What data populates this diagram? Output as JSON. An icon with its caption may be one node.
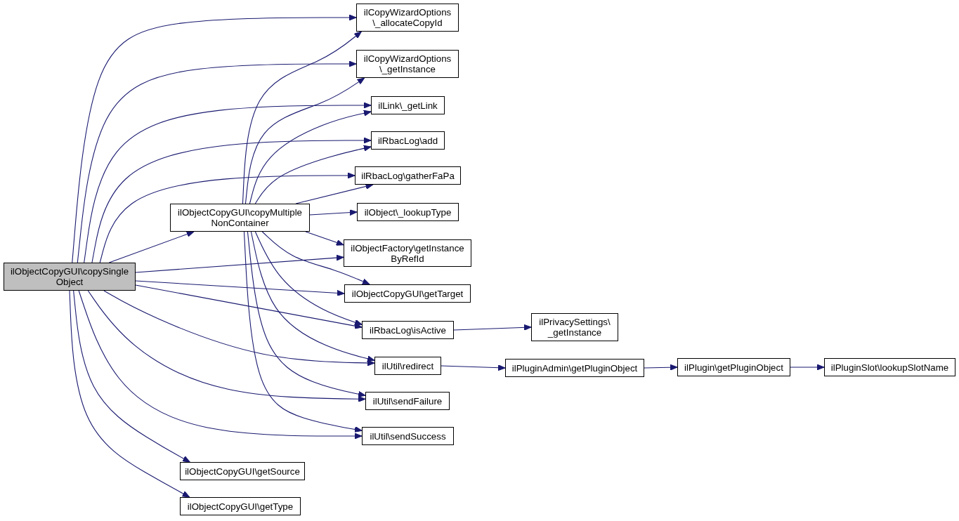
{
  "diagram": {
    "nodes": [
      {
        "text": [
          "ilObjectCopyGUI\\copySingle Object"
        ]
      },
      {
        "text": [
          "ilObjectCopyGUI\\copyMultiple NonContainer"
        ]
      },
      {
        "text": [
          "ilCopyWizardOptions \\_allocateCopyId"
        ]
      },
      {
        "text": [
          "ilCopyWizardOptions \\_getInstance"
        ]
      },
      {
        "text": [
          "ilLink\\_getLink"
        ]
      },
      {
        "text": [
          "ilRbacLog\\add"
        ]
      },
      {
        "text": [
          "ilRbacLog\\gatherFaPa"
        ]
      },
      {
        "text": [
          "ilObject\\_lookupType"
        ]
      },
      {
        "text": [
          "ilObjectFactory\\getInstance ByRefId"
        ]
      },
      {
        "text": [
          "ilObjectCopyGUI\\getTarget"
        ]
      },
      {
        "text": [
          "ilRbacLog\\isActive"
        ]
      },
      {
        "text": [
          "ilPrivacySettings\\ _getInstance"
        ]
      },
      {
        "text": [
          "ilUtil\\redirect"
        ]
      },
      {
        "text": [
          "ilPluginAdmin\\getPluginObject"
        ]
      },
      {
        "text": [
          "ilPlugin\\getPluginObject"
        ]
      },
      {
        "text": [
          "ilPluginSlot\\lookupSlotName"
        ]
      },
      {
        "text": [
          "ilUtil\\sendFailure"
        ]
      },
      {
        "text": [
          "ilUtil\\sendSuccess"
        ]
      },
      {
        "text": [
          "ilObjectCopyGUI\\getSource"
        ]
      },
      {
        "text": [
          "ilObjectCopyGUI\\getType"
        ]
      }
    ],
    "edges": [
      {
        "from": 0,
        "to": 1,
        "arrow": "to"
      },
      {
        "from": 0,
        "to": 2,
        "arrow": "to"
      },
      {
        "from": 0,
        "to": 3,
        "arrow": "to"
      },
      {
        "from": 0,
        "to": 4,
        "arrow": "to"
      },
      {
        "from": 0,
        "to": 5,
        "arrow": "to"
      },
      {
        "from": 0,
        "to": 6,
        "arrow": "to"
      },
      {
        "from": 0,
        "to": 8,
        "arrow": "to"
      },
      {
        "from": 0,
        "to": 9,
        "arrow": "to"
      },
      {
        "from": 0,
        "to": 10,
        "arrow": "to"
      },
      {
        "from": 0,
        "to": 12,
        "arrow": "to"
      },
      {
        "from": 0,
        "to": 16,
        "arrow": "to"
      },
      {
        "from": 0,
        "to": 17,
        "arrow": "to"
      },
      {
        "from": 0,
        "to": 18,
        "arrow": "to"
      },
      {
        "from": 0,
        "to": 19,
        "arrow": "to"
      },
      {
        "from": 1,
        "to": 2,
        "arrow": "to"
      },
      {
        "from": 1,
        "to": 3,
        "arrow": "to"
      },
      {
        "from": 1,
        "to": 4,
        "arrow": "to"
      },
      {
        "from": 1,
        "to": 5,
        "arrow": "to"
      },
      {
        "from": 1,
        "to": 6,
        "arrow": "to"
      },
      {
        "from": 1,
        "to": 7,
        "arrow": "to"
      },
      {
        "from": 1,
        "to": 8,
        "arrow": "to"
      },
      {
        "from": 1,
        "to": 9,
        "arrow": "to"
      },
      {
        "from": 1,
        "to": 10,
        "arrow": "to"
      },
      {
        "from": 1,
        "to": 12,
        "arrow": "to"
      },
      {
        "from": 1,
        "to": 16,
        "arrow": "to"
      },
      {
        "from": 1,
        "to": 17,
        "arrow": "to"
      },
      {
        "from": 10,
        "to": 11,
        "arrow": "to"
      },
      {
        "from": 12,
        "to": 13,
        "arrow": "to"
      },
      {
        "from": 13,
        "to": 14,
        "arrow": "to"
      },
      {
        "from": 14,
        "to": 15,
        "arrow": "to"
      }
    ]
  }
}
